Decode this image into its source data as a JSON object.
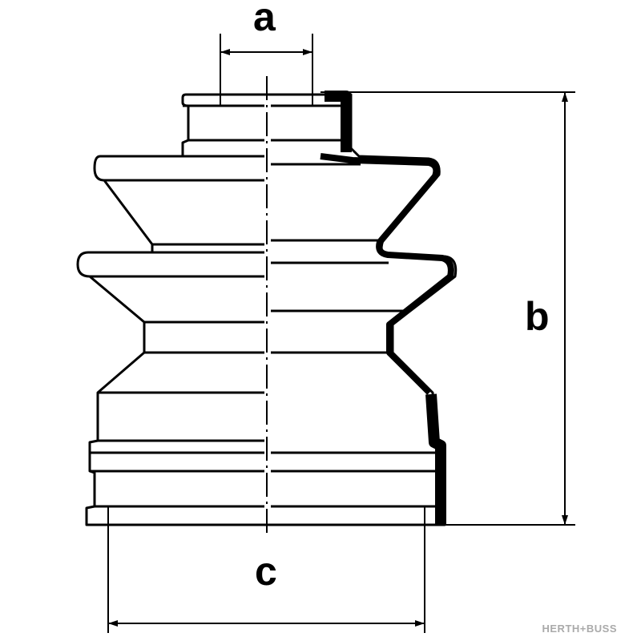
{
  "diagram": {
    "title": "CV joint boot dimension drawing",
    "dimension_labels": {
      "a": "a",
      "b": "b",
      "c": "c"
    }
  },
  "logo": {
    "text": "HERTH+BUSS",
    "color": "#aaaaaa"
  },
  "colors": {
    "line": "#000000",
    "background": "#ffffff"
  }
}
